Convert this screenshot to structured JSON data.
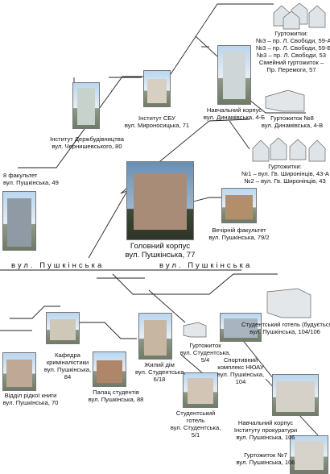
{
  "street": {
    "label_left": "вул. Пушкінська",
    "label_right": "вул. Пушкінська"
  },
  "nodes": {
    "dorms_top": {
      "title": "Гуртожитки:",
      "lines": [
        "№3 – пр. Л. Свободи, 59-А",
        "№3 – пр. Л. Свободи, 59-Б",
        "№3 – пр. Л. Свободи, 53",
        "Сімейний гуртожиток –",
        "Пр. Перемоги, 57"
      ]
    },
    "dinam_corpus": {
      "title": "Навчальний корпус",
      "sub": "вул. Динамівська, 4-Б"
    },
    "dorm8": {
      "title": "Гуртожиток №8",
      "sub": "вул. Динамівська, 4-В"
    },
    "sbu": {
      "title": "Інститут СБУ",
      "sub": "вул. Мироносицька, 71"
    },
    "derzh": {
      "title": "Інститут Держбудівництва",
      "sub": "вул. Чернишевського, 80"
    },
    "dorms_mid": {
      "title": "Гуртожитки:",
      "lines": [
        "№1 – вул. Гв. Широнінців, 43-А",
        "№2 – вул. Гв. Широнінців, 43"
      ]
    },
    "fac8": {
      "title": "8 факультет",
      "sub": "вул. Пушкінська, 49"
    },
    "main": {
      "title": "Головний корпус",
      "sub": "вул. Пушкінська, 77"
    },
    "evening": {
      "title": "Вечірній факультет",
      "sub": "вул. Пушкінська, 79/2"
    },
    "hotel": {
      "title": "Студентський готель (будується)",
      "sub": "вул. Пушкінська, 104/106"
    },
    "crim": {
      "title": "Кафедра",
      "lines": [
        "криміналістики",
        "вул. Пушкінська,",
        "84"
      ]
    },
    "foreign": {
      "title": "Відділ рідкої книги",
      "sub": "вул. Пушкінська, 70"
    },
    "palace": {
      "title": "Палац студентів",
      "sub": "вул. Пушкінська, 88"
    },
    "house": {
      "title": "Жилий дім",
      "lines": [
        "вул. Студентська,",
        "6/18"
      ]
    },
    "dorm_st": {
      "title": "Гуртожиток",
      "lines": [
        "вул. Студентська,",
        "5/4"
      ]
    },
    "sport": {
      "title": "Спортивний",
      "lines": [
        "комплекс НЮАУ",
        "вул. Пушкінська,",
        "104"
      ]
    },
    "st_hotel": {
      "title": "Студентський",
      "lines": [
        "готель",
        "вул. Студентська,",
        "5/1"
      ]
    },
    "prok": {
      "title": "Навчальний корпус",
      "lines": [
        "Інституту прокуратури",
        "вул. Пушкінська, 106"
      ]
    },
    "dorm7": {
      "title": "Гуртожиток №7",
      "sub": "вул. Пушкінська, 106"
    }
  },
  "colors": {
    "line": "#222222",
    "text": "#111111",
    "frame": "#777777"
  },
  "icons": [
    "dormitory-house-icon",
    "building-photo"
  ]
}
